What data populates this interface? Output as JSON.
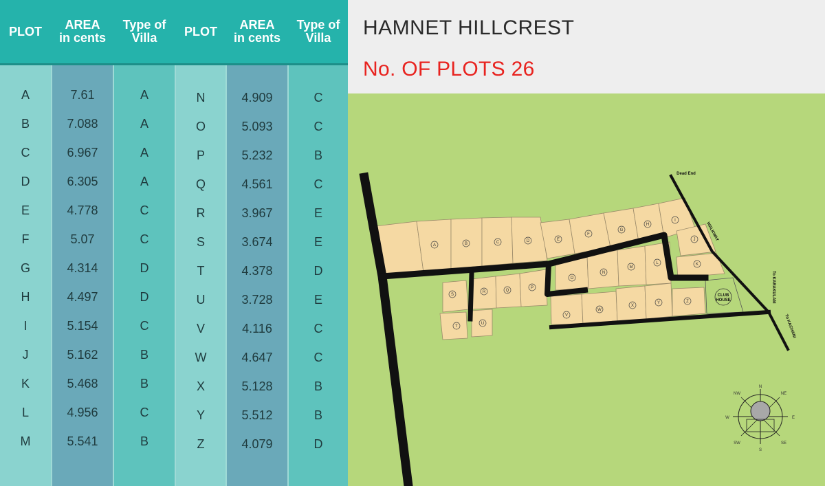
{
  "table": {
    "headers": {
      "plot": "PLOT",
      "area_line1": "AREA",
      "area_line2": "in cents",
      "type_line1": "Type of",
      "type_line2": "Villa"
    },
    "left_rows": [
      {
        "plot": "A",
        "area": "7.61",
        "type": "A"
      },
      {
        "plot": "B",
        "area": "7.088",
        "type": "A"
      },
      {
        "plot": "C",
        "area": "6.967",
        "type": "A"
      },
      {
        "plot": "D",
        "area": "6.305",
        "type": "A"
      },
      {
        "plot": "E",
        "area": "4.778",
        "type": "C"
      },
      {
        "plot": "F",
        "area": "5.07",
        "type": "C"
      },
      {
        "plot": "G",
        "area": "4.314",
        "type": "D"
      },
      {
        "plot": "H",
        "area": "4.497",
        "type": "D"
      },
      {
        "plot": "I",
        "area": "5.154",
        "type": "C"
      },
      {
        "plot": "J",
        "area": "5.162",
        "type": "B"
      },
      {
        "plot": "K",
        "area": "5.468",
        "type": "B"
      },
      {
        "plot": "L",
        "area": "4.956",
        "type": "C"
      },
      {
        "plot": "M",
        "area": "5.541",
        "type": "B"
      }
    ],
    "right_rows": [
      {
        "plot": "N",
        "area": "4.909",
        "type": "C"
      },
      {
        "plot": "O",
        "area": "5.093",
        "type": "C"
      },
      {
        "plot": "P",
        "area": "5.232",
        "type": "B"
      },
      {
        "plot": "Q",
        "area": "4.561",
        "type": "C"
      },
      {
        "plot": "R",
        "area": "3.967",
        "type": "E"
      },
      {
        "plot": "S",
        "area": "3.674",
        "type": "E"
      },
      {
        "plot": "T",
        "area": "4.378",
        "type": "D"
      },
      {
        "plot": "U",
        "area": "3.728",
        "type": "E"
      },
      {
        "plot": "V",
        "area": "4.116",
        "type": "C"
      },
      {
        "plot": "W",
        "area": "4.647",
        "type": "C"
      },
      {
        "plot": "X",
        "area": "5.128",
        "type": "B"
      },
      {
        "plot": "Y",
        "area": "5.512",
        "type": "B"
      },
      {
        "plot": "Z",
        "area": "4.079",
        "type": "D"
      }
    ]
  },
  "title": {
    "project": "HAMNET HILLCREST",
    "plots": "No. OF PLOTS 26"
  },
  "map": {
    "labels": {
      "dead_end": "Dead End",
      "walkway": "WALKWAY",
      "club_house_1": "CLUB",
      "club_house_2": "HOUSE",
      "to_karakulam": "To KARAKULAM",
      "to_kachani": "To KACHANI"
    },
    "compass": {
      "n": "N",
      "ne": "NE",
      "e": "E",
      "se": "SE",
      "s": "S",
      "sw": "SW",
      "w": "W",
      "nw": "NW"
    },
    "colors": {
      "land": "#b6d77b",
      "plot_fill": "#f5d9a3",
      "road": "#111111"
    }
  }
}
